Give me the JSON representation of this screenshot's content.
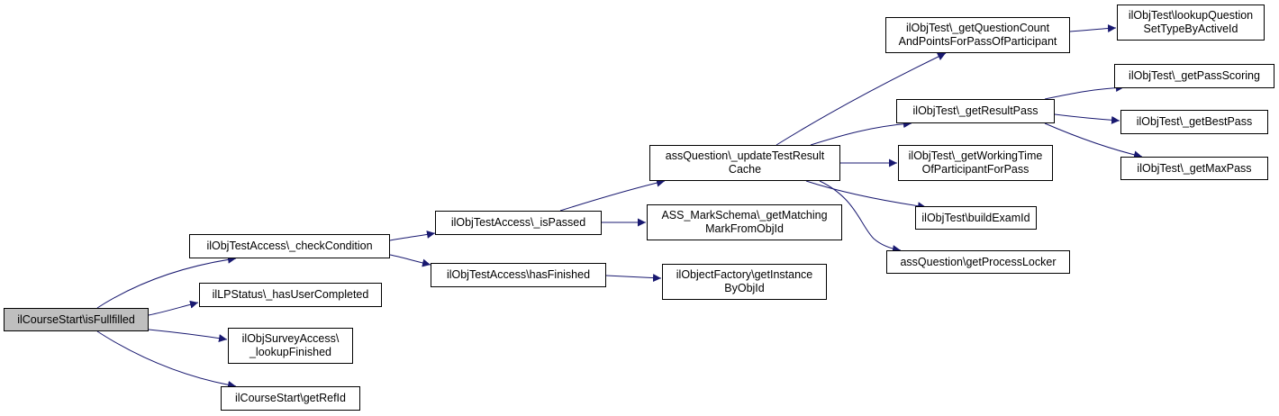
{
  "colors": {
    "edge": "#191970",
    "root_fill": "#bfbfbf",
    "node_border": "#000000"
  },
  "nodes": {
    "root": [
      "ilCourseStart\\isFullfilled"
    ],
    "checkCondition": [
      "ilObjTestAccess\\_checkCondition"
    ],
    "hasUserCompleted": [
      "ilLPStatus\\_hasUserCompleted"
    ],
    "lookupFinished": [
      "ilObjSurveyAccess\\",
      "_lookupFinished"
    ],
    "getRefId": [
      "ilCourseStart\\getRefId"
    ],
    "isPassed": [
      "ilObjTestAccess\\_isPassed"
    ],
    "hasFinished": [
      "ilObjTestAccess\\hasFinished"
    ],
    "updateTestResultCache": [
      "assQuestion\\_updateTestResult",
      "Cache"
    ],
    "getMatchingMark": [
      "ASS_MarkSchema\\_getMatching",
      "MarkFromObjId"
    ],
    "getInstanceByObjId": [
      "ilObjectFactory\\getInstance",
      "ByObjId"
    ],
    "getQuestionCount": [
      "ilObjTest\\_getQuestionCount",
      "AndPointsForPassOfParticipant"
    ],
    "getResultPass": [
      "ilObjTest\\_getResultPass"
    ],
    "getWorkingTime": [
      "ilObjTest\\_getWorkingTime",
      "OfParticipantForPass"
    ],
    "buildExamId": [
      "ilObjTest\\buildExamId"
    ],
    "getProcessLocker": [
      "assQuestion\\getProcessLocker"
    ],
    "lookupQuestionSetType": [
      "ilObjTest\\lookupQuestion",
      "SetTypeByActiveId"
    ],
    "getPassScoring": [
      "ilObjTest\\_getPassScoring"
    ],
    "getBestPass": [
      "ilObjTest\\_getBestPass"
    ],
    "getMaxPass": [
      "ilObjTest\\_getMaxPass"
    ]
  }
}
